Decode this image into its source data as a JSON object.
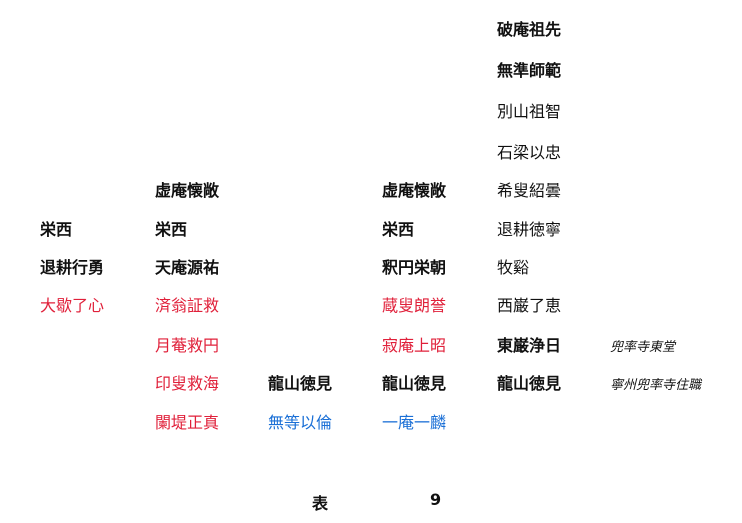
{
  "table": {
    "rows": [
      [
        null,
        null,
        null,
        null,
        {
          "text": "破庵祖先",
          "tone": "black",
          "bold": true
        },
        null
      ],
      [
        null,
        null,
        null,
        null,
        {
          "text": "無準師範",
          "tone": "black",
          "bold": true
        },
        null
      ],
      [
        null,
        null,
        null,
        null,
        {
          "text": "別山祖智",
          "tone": "black",
          "bold": false
        },
        null
      ],
      [
        null,
        null,
        null,
        null,
        {
          "text": "石梁以忠",
          "tone": "black",
          "bold": false
        },
        null
      ],
      [
        null,
        {
          "text": "虚庵懐敞",
          "tone": "black",
          "bold": true
        },
        null,
        {
          "text": "虚庵懐敞",
          "tone": "black",
          "bold": true
        },
        {
          "text": "希叟紹曇",
          "tone": "black",
          "bold": false
        },
        null
      ],
      [
        {
          "text": "栄西",
          "tone": "black",
          "bold": true
        },
        {
          "text": "栄西",
          "tone": "black",
          "bold": true
        },
        null,
        {
          "text": "栄西",
          "tone": "black",
          "bold": true
        },
        {
          "text": "退耕徳寧",
          "tone": "black",
          "bold": false
        },
        null
      ],
      [
        {
          "text": "退耕行勇",
          "tone": "black",
          "bold": true
        },
        {
          "text": "天庵源祐",
          "tone": "black",
          "bold": true
        },
        null,
        {
          "text": "釈円栄朝",
          "tone": "black",
          "bold": true
        },
        {
          "text": "牧谿",
          "tone": "black",
          "bold": false
        },
        null
      ],
      [
        {
          "text": "大歇了心",
          "tone": "red",
          "bold": false
        },
        {
          "text": "済翁証救",
          "tone": "red",
          "bold": false
        },
        null,
        {
          "text": "蔵叟朗誉",
          "tone": "red",
          "bold": false
        },
        {
          "text": "西巌了恵",
          "tone": "black",
          "bold": false
        },
        null
      ],
      [
        null,
        {
          "text": "月菴救円",
          "tone": "red",
          "bold": false
        },
        null,
        {
          "text": "寂庵上昭",
          "tone": "red",
          "bold": false
        },
        {
          "text": "東巌浄日",
          "tone": "black",
          "bold": true
        },
        {
          "text": "兜率寺東堂",
          "tone": "black",
          "bold": false,
          "note": true
        }
      ],
      [
        null,
        {
          "text": "印叟救海",
          "tone": "red",
          "bold": false
        },
        {
          "text": "龍山徳見",
          "tone": "black",
          "bold": true
        },
        {
          "text": "龍山徳見",
          "tone": "black",
          "bold": true
        },
        {
          "text": "龍山徳見",
          "tone": "black",
          "bold": true
        },
        {
          "text": "寧州兜率寺住職",
          "tone": "black",
          "bold": false,
          "note": true
        }
      ],
      [
        null,
        {
          "text": "闌堤正真",
          "tone": "red",
          "bold": false
        },
        {
          "text": "無等以倫",
          "tone": "blue",
          "bold": false
        },
        {
          "text": "一庵一麟",
          "tone": "blue",
          "bold": false
        },
        null,
        null
      ]
    ]
  },
  "footer": {
    "label": "表",
    "number": "9"
  },
  "colors": {
    "red": "#e0203a",
    "blue": "#1a6fd6",
    "black": "#111111"
  }
}
